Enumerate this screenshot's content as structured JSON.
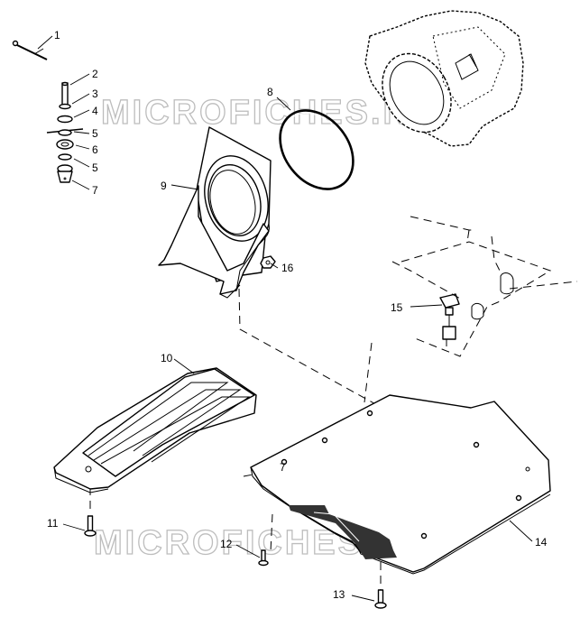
{
  "diagram": {
    "watermark_text": "MICROFICHES.NET",
    "callouts": [
      {
        "id": "c1",
        "text": "1"
      },
      {
        "id": "c2",
        "text": "2"
      },
      {
        "id": "c3",
        "text": "3"
      },
      {
        "id": "c4",
        "text": "4"
      },
      {
        "id": "c5a",
        "text": "5"
      },
      {
        "id": "c6",
        "text": "6"
      },
      {
        "id": "c5b",
        "text": "5"
      },
      {
        "id": "c7a",
        "text": "7"
      },
      {
        "id": "c8",
        "text": "8"
      },
      {
        "id": "c9",
        "text": "9"
      },
      {
        "id": "c16",
        "text": "16"
      },
      {
        "id": "c15",
        "text": "15"
      },
      {
        "id": "c10",
        "text": "10"
      },
      {
        "id": "c7b",
        "text": "7"
      },
      {
        "id": "c11",
        "text": "11"
      },
      {
        "id": "c12",
        "text": "12"
      },
      {
        "id": "c14",
        "text": "14"
      },
      {
        "id": "c13",
        "text": "13"
      }
    ]
  }
}
